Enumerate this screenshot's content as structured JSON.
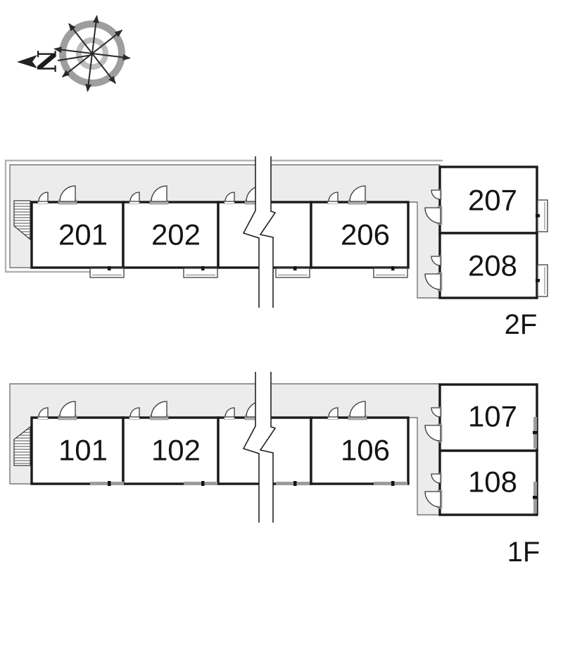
{
  "compass": {
    "north_label": "N"
  },
  "floors": [
    {
      "label": "2F",
      "rooms": [
        {
          "number": "201"
        },
        {
          "number": "202"
        },
        {
          "number": "206"
        },
        {
          "number": "207"
        },
        {
          "number": "208"
        }
      ]
    },
    {
      "label": "1F",
      "rooms": [
        {
          "number": "101"
        },
        {
          "number": "102"
        },
        {
          "number": "106"
        },
        {
          "number": "107"
        },
        {
          "number": "108"
        }
      ]
    }
  ],
  "colors": {
    "wall": "#1a1a1a",
    "corridor_fill": "#ececec",
    "corridor_edge": "#777777",
    "outer_edge": "#b3b3b3",
    "threshold": "#b0b0b0",
    "window_marker": "#9c9c9c",
    "compass_outer_ring": "#9e9e9e",
    "compass_inner_ring": "#bdbdbd",
    "text": "#141414"
  }
}
